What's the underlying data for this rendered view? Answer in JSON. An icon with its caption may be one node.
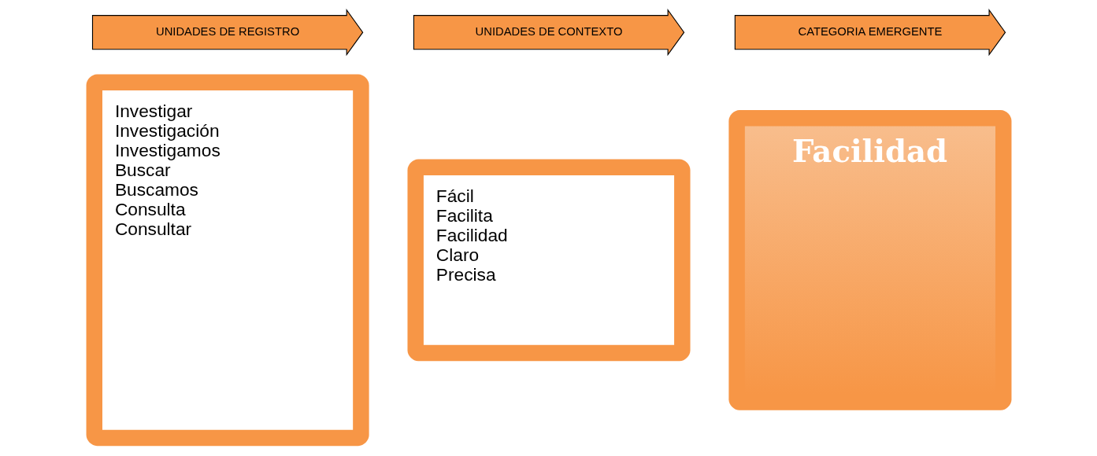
{
  "diagram": {
    "nodes": [
      {
        "text": [
          "UNIDADES DE REGISTRO"
        ]
      },
      {
        "text": [
          "Investigar",
          "Investigación",
          "Investigamos",
          "Buscar",
          "Buscamos",
          "Consulta",
          "Consultar"
        ]
      },
      {
        "text": [
          "UNIDADES DE CONTEXTO"
        ]
      },
      {
        "text": [
          "Fácil",
          "Facilita",
          "Facilidad",
          "Claro",
          "Precisa"
        ]
      },
      {
        "text": [
          "CATEGORIA EMERGENTE"
        ]
      },
      {
        "text": [
          "Facilidad"
        ]
      }
    ],
    "edges": []
  }
}
